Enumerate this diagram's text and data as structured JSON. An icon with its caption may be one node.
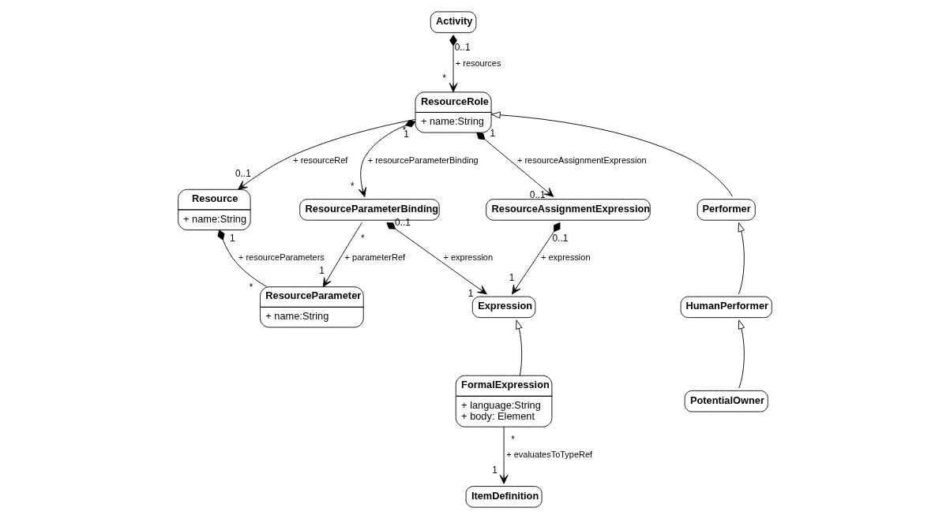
{
  "diagram": {
    "nodes": [
      {
        "text": [
          "Activity"
        ]
      },
      {
        "text": [
          "Resource",
          "+ name:String"
        ]
      },
      {
        "text": [
          "ResourceParameter",
          "+ name:String"
        ]
      },
      {
        "text": [
          "ResourceRole",
          "+ name:String"
        ]
      },
      {
        "text": [
          "ResourceParameterBinding"
        ]
      },
      {
        "text": [
          "Performer"
        ]
      },
      {
        "text": [
          "ResourceAssignmentExpression"
        ]
      },
      {
        "text": [
          "Expression"
        ]
      },
      {
        "text": [
          "HumanPerformer"
        ]
      },
      {
        "text": [
          "FormalExpression",
          "+ language:String",
          "+ body: Element"
        ]
      },
      {
        "text": [
          "ItemDefinition"
        ]
      },
      {
        "text": [
          "PotentialOwner"
        ]
      }
    ],
    "edges": [
      {
        "from": 0,
        "to": 3,
        "arrow": "to",
        "label": "+ resources"
      },
      {
        "from": 3,
        "to": 1,
        "arrow": "to",
        "label": "+ resourceRef"
      },
      {
        "from": 1,
        "to": 2,
        "arrow": "other",
        "label": "+ resourceParameters"
      },
      {
        "from": 3,
        "to": 4,
        "arrow": "to",
        "label": "+ resourceParameterBinding"
      },
      {
        "from": 4,
        "to": 2,
        "arrow": "to",
        "label": "+ parameterRef"
      },
      {
        "from": 4,
        "to": 7,
        "arrow": "to",
        "label": "+ expression"
      },
      {
        "from": 3,
        "to": 6,
        "arrow": "to",
        "label": "+ resourceAssignmentExpression"
      },
      {
        "from": 6,
        "to": 7,
        "arrow": "to",
        "label": "+ expression"
      },
      {
        "from": 5,
        "to": 3,
        "arrow": "to"
      },
      {
        "from": 8,
        "to": 5,
        "arrow": "to"
      },
      {
        "from": 11,
        "to": 8,
        "arrow": "to"
      },
      {
        "from": 9,
        "to": 7,
        "arrow": "to"
      },
      {
        "from": 9,
        "to": 10,
        "arrow": "to",
        "label": "+ evaluatesToTypeRef"
      }
    ],
    "labels": [
      "1",
      "*",
      "0..1",
      "0..1",
      "*",
      "1",
      "*",
      "*",
      "1",
      "*",
      "0..1",
      "1",
      "1",
      "0..1",
      "0..1",
      "1",
      "1",
      "*"
    ]
  }
}
